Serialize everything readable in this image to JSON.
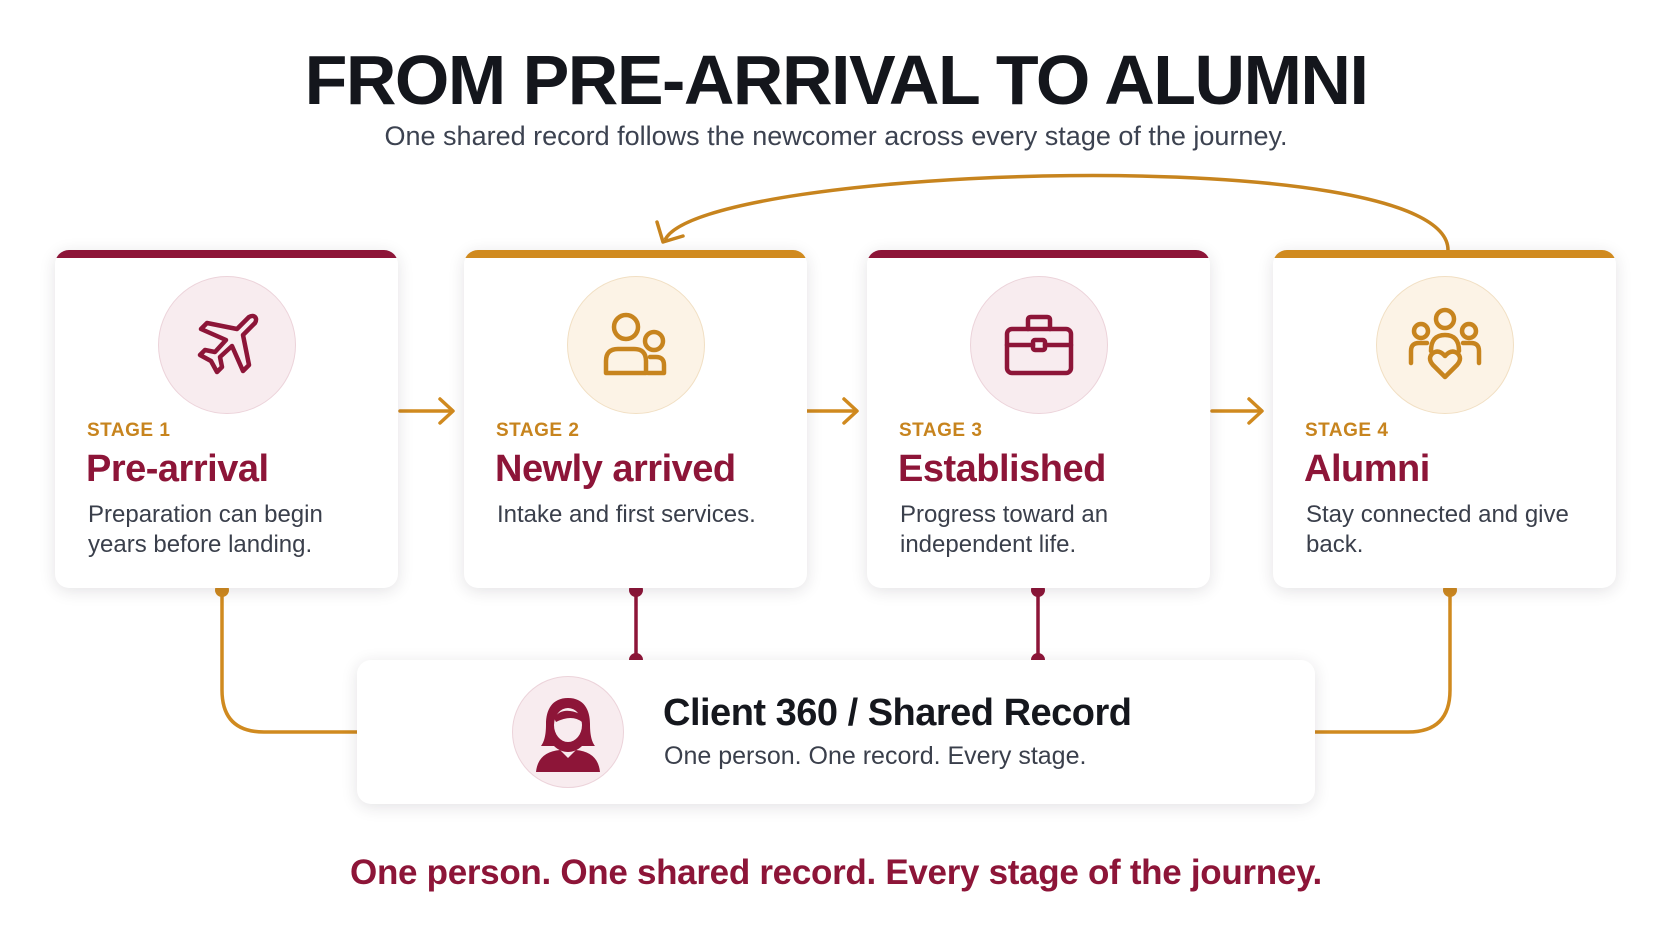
{
  "header": {
    "title": "FROM PRE-ARRIVAL TO ALUMNI",
    "subtitle": "One shared record follows the newcomer across every stage of the journey."
  },
  "colors": {
    "maroon": "#8d1538",
    "gold": "#d08a1f",
    "text": "#14161c"
  },
  "stages": [
    {
      "label": "STAGE  1",
      "name": "Pre-arrival",
      "desc": "Preparation can begin years before landing.",
      "icon": "airplane-icon",
      "accent": "maroon"
    },
    {
      "label": "STAGE  2",
      "name": "Newly arrived",
      "desc": "Intake and first services.",
      "icon": "people-icon",
      "accent": "gold"
    },
    {
      "label": "STAGE  3",
      "name": "Established",
      "desc": "Progress toward an independent life.",
      "icon": "briefcase-icon",
      "accent": "maroon"
    },
    {
      "label": "STAGE  4",
      "name": "Alumni",
      "desc": "Stay connected and give back.",
      "icon": "community-heart-icon",
      "accent": "gold"
    }
  ],
  "record": {
    "title": "Client 360 / Shared Record",
    "subtitle": "One person. One record. Every stage.",
    "icon": "person-avatar-icon"
  },
  "footer": {
    "tagline": "One person. One shared record. Every stage of the journey."
  }
}
